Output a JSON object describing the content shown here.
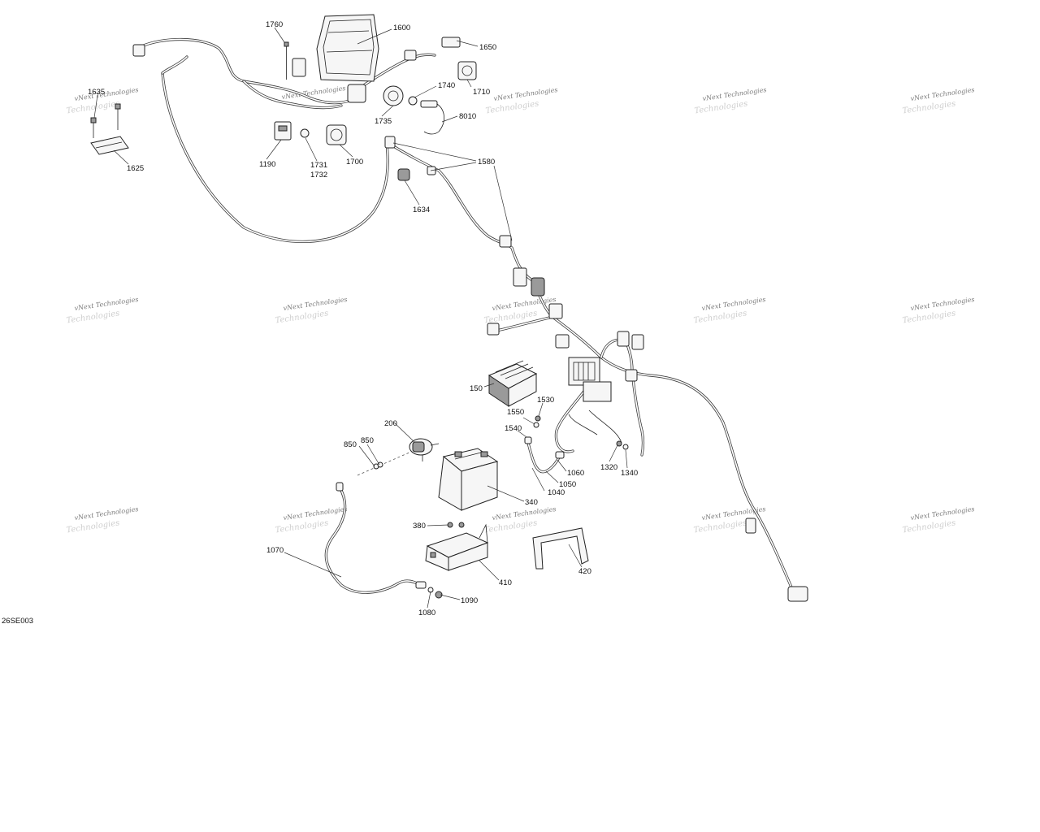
{
  "figure_code": "26SE003",
  "watermark": {
    "line1": "vNext Technologies",
    "line2": "Technologies"
  },
  "callouts": {
    "c1760": "1760",
    "c1600": "1600",
    "c1650": "1650",
    "c1710": "1710",
    "c1740": "1740",
    "c1735": "1735",
    "c8010": "8010",
    "c1635": "1635",
    "c1625": "1625",
    "c1190": "1190",
    "c1731": "1731",
    "c1732": "1732",
    "c1700": "1700",
    "c1580": "1580",
    "c1634": "1634",
    "c150": "150",
    "c1530": "1530",
    "c1550": "1550",
    "c1540": "1540",
    "c200": "200",
    "c850a": "850",
    "c850b": "850",
    "c1060": "1060",
    "c1050": "1050",
    "c1040": "1040",
    "c1320": "1320",
    "c1340": "1340",
    "c340": "340",
    "c380": "380",
    "c1070": "1070",
    "c410": "410",
    "c420": "420",
    "c1090": "1090",
    "c1080": "1080"
  }
}
